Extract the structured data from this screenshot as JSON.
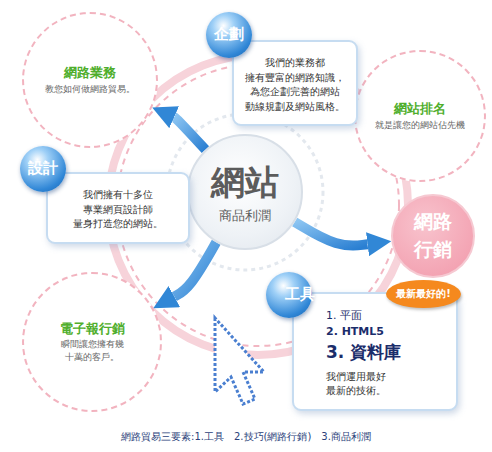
{
  "diagram": {
    "caption": "網路貿易三要素:1.工具　2.技巧(網路行銷)　3.商品利潤",
    "nodes": [
      {
        "text": [
          "企劃",
          "我們的業務都 擁有豐富的網路知識， 為您企劃完善的網站 動線規劃及網站風格。"
        ]
      },
      {
        "text": [
          "網路業務",
          "教您如何做網路貿易。"
        ]
      },
      {
        "text": [
          "網站排名",
          "就是讓您的網站佔先機"
        ]
      },
      {
        "text": [
          "設計",
          "我們擁有十多位 專業網頁設計師 量身打造您的網站。"
        ]
      },
      {
        "text": [
          "網站",
          "商品利潤"
        ]
      },
      {
        "text": [
          "網路 行銷"
        ]
      },
      {
        "text": [
          "工具",
          "1. 平面",
          "2. HTML5",
          "3. 資料庫",
          "我們運用最好 最新的技術。"
        ]
      },
      {
        "text": [
          "最新最好的!"
        ],
        "in": 6
      },
      {
        "text": [
          "電子報行銷",
          "瞬間讓您擁有幾 十萬的客戶。"
        ]
      }
    ],
    "edges": [
      {
        "from": 4,
        "to": 1,
        "arrow": "to"
      },
      {
        "from": 4,
        "to": 5,
        "arrow": "to"
      },
      {
        "from": 4,
        "to": 8,
        "arrow": "to"
      }
    ]
  }
}
